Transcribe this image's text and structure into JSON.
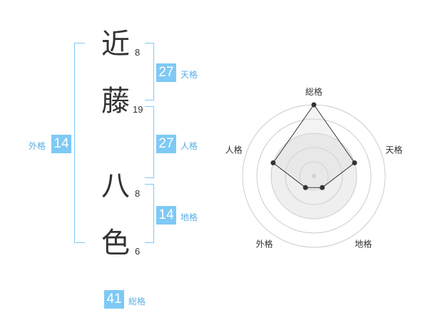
{
  "name": {
    "chars": [
      {
        "char": "近",
        "strokes": "8"
      },
      {
        "char": "藤",
        "strokes": "19"
      },
      {
        "char": "八",
        "strokes": "8"
      },
      {
        "char": "色",
        "strokes": "6"
      }
    ]
  },
  "scores": {
    "tenkaku": {
      "value": "27",
      "label": "天格"
    },
    "jinkaku": {
      "value": "27",
      "label": "人格"
    },
    "chikaku": {
      "value": "14",
      "label": "地格"
    },
    "gaikaku": {
      "value": "14",
      "label": "外格"
    },
    "soukaku": {
      "value": "41",
      "label": "総格"
    }
  },
  "colors": {
    "accent": "#7ec9f5",
    "label": "#5aaee6",
    "text": "#333333",
    "radar_fill": "#efefef",
    "radar_ring": "#cccccc"
  },
  "chart_data": {
    "type": "radar",
    "axes": [
      "総格",
      "天格",
      "地格",
      "外格",
      "人格"
    ],
    "levels": 5,
    "values": [
      5,
      3,
      1,
      1,
      3
    ],
    "grid": true
  }
}
